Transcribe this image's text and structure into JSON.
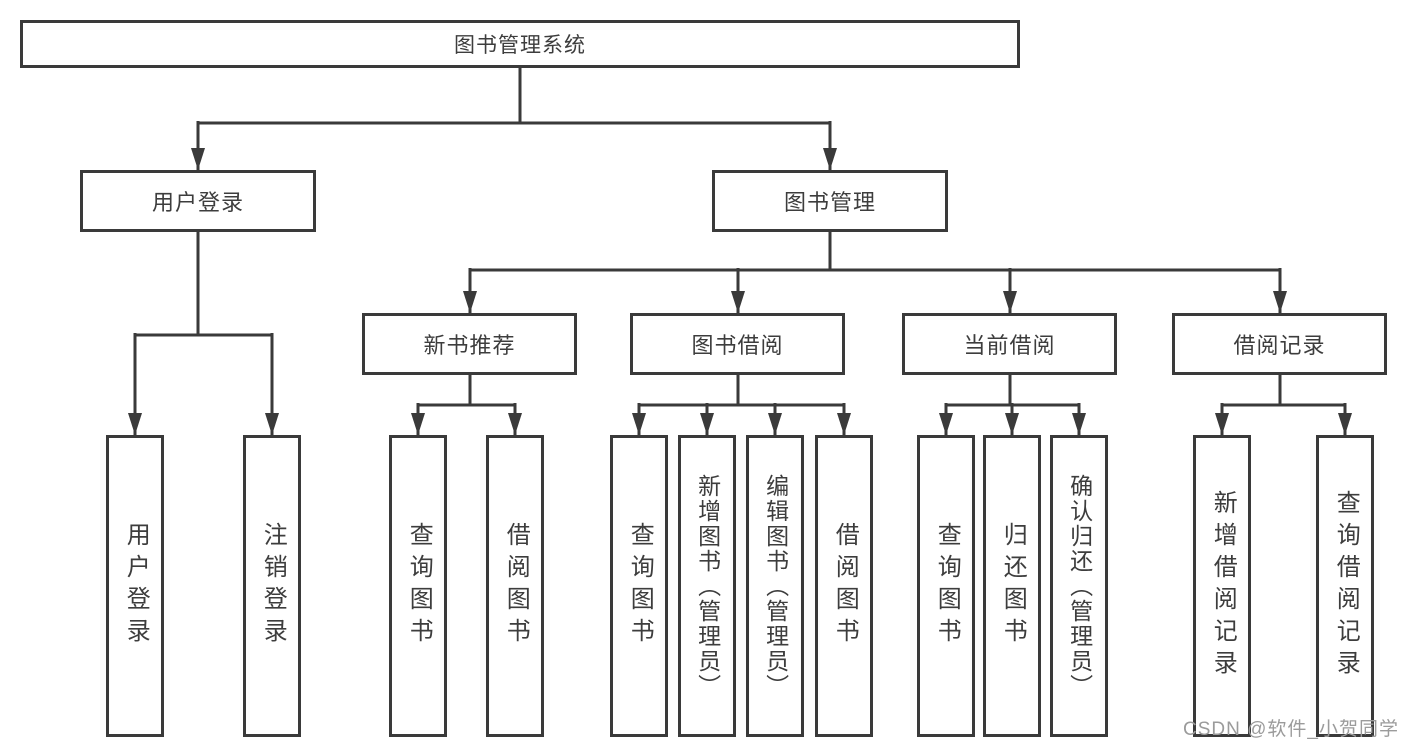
{
  "diagram": {
    "root": {
      "label": "图书管理系统",
      "children": [
        {
          "label": "用户登录",
          "children": [
            {
              "label": "用户登录"
            },
            {
              "label": "注销登录"
            }
          ]
        },
        {
          "label": "图书管理",
          "children": [
            {
              "label": "新书推荐",
              "children": [
                {
                  "label": "查询图书"
                },
                {
                  "label": "借阅图书"
                }
              ]
            },
            {
              "label": "图书借阅",
              "children": [
                {
                  "label": "查询图书"
                },
                {
                  "label": "新增图书（管理员）"
                },
                {
                  "label": "编辑图书（管理员）"
                },
                {
                  "label": "借阅图书"
                }
              ]
            },
            {
              "label": "当前借阅",
              "children": [
                {
                  "label": "查询图书"
                },
                {
                  "label": "归还图书"
                },
                {
                  "label": "确认归还（管理员）"
                }
              ]
            },
            {
              "label": "借阅记录",
              "children": [
                {
                  "label": "新增借阅记录"
                },
                {
                  "label": "查询借阅记录"
                }
              ]
            }
          ]
        }
      ]
    },
    "colors": {
      "line": "#3a3a3a",
      "text": "#3d3d3d",
      "watermark": "#9b9b9b"
    },
    "watermark": "CSDN @软件_小贺同学"
  }
}
